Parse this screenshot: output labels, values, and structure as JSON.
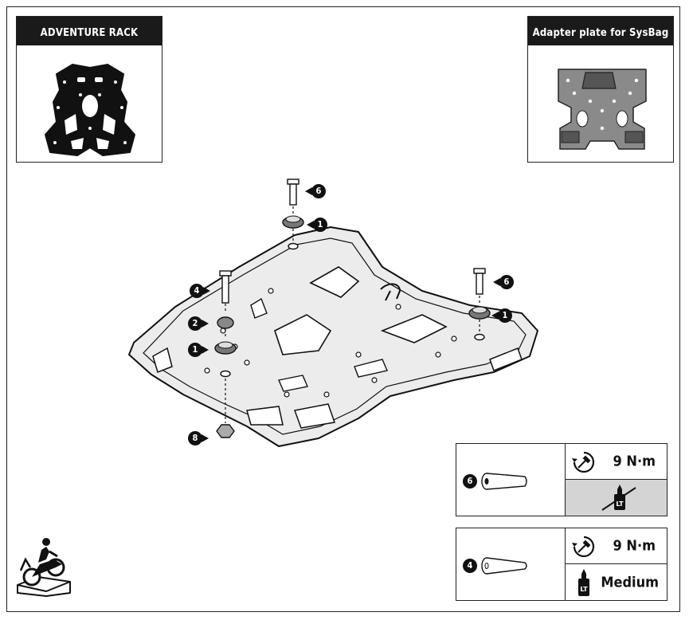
{
  "panels": {
    "left_title": "ADVENTURE RACK",
    "right_title": "Adapter plate for SysBag 15"
  },
  "callouts": {
    "screw_top": "6",
    "washer_top": "1",
    "bolt_left": "4",
    "spacer_left": "2",
    "washer_left": "1",
    "screw_right": "6",
    "washer_right": "1",
    "nut_bottom": "8"
  },
  "spec_tables": [
    {
      "part_number": "6",
      "torque": "9 N·m",
      "threadlock": "",
      "threadlock_label": "LT"
    },
    {
      "part_number": "4",
      "torque": "9 N·m",
      "threadlock": "Medium",
      "threadlock_label": "LT"
    }
  ],
  "colors": {
    "ink": "#111111",
    "grey_cell": "#d4d4d4",
    "plate_grey": "#8a8a8a",
    "rack_fill": "#e9e9e9"
  },
  "icons": [
    "torque-wrench-icon",
    "threadlock-bottle-icon",
    "motorcycle-on-stand-icon"
  ]
}
